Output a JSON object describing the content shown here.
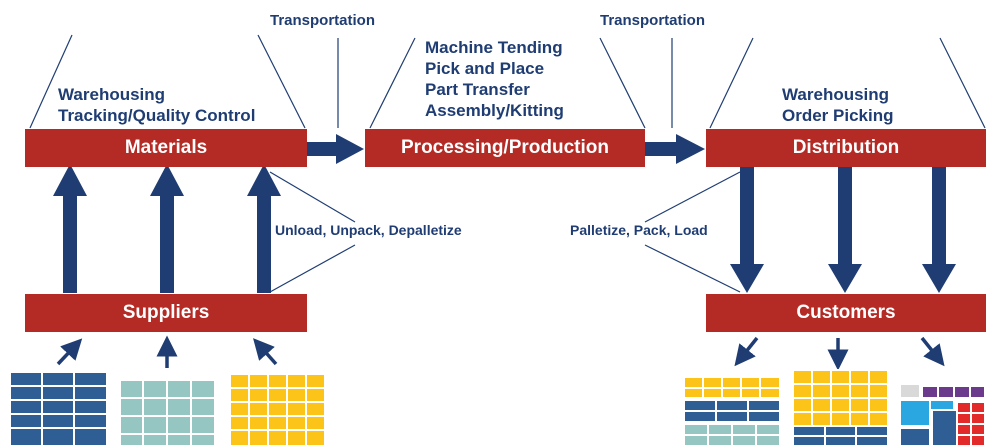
{
  "labels": {
    "transport_left": "Transportation",
    "transport_right": "Transportation",
    "materials_tasks": [
      "Warehousing",
      "Tracking/Quality Control"
    ],
    "processing_tasks": [
      "Machine Tending",
      "Pick and Place",
      "Part Transfer",
      "Assembly/Kitting"
    ],
    "distribution_tasks": [
      "Warehousing",
      "Order Picking"
    ],
    "unload_text": "Unload, Unpack, Depalletize",
    "palletize_text": "Palletize, Pack, Load"
  },
  "boxes": {
    "materials": "Materials",
    "processing": "Processing/Production",
    "distribution": "Distribution",
    "suppliers": "Suppliers",
    "customers": "Customers"
  },
  "colors": {
    "box_fill": "#b42a25",
    "arrow": "#1f3d73",
    "text": "#1f3d73",
    "dark_blue": "#2e5e94",
    "teal": "#96c6c1",
    "yellow": "#fcc419",
    "purple": "#6b3a8c",
    "red": "#e22a2a",
    "light_blue": "#2aa7e0",
    "grey": "#d9d9d9"
  }
}
